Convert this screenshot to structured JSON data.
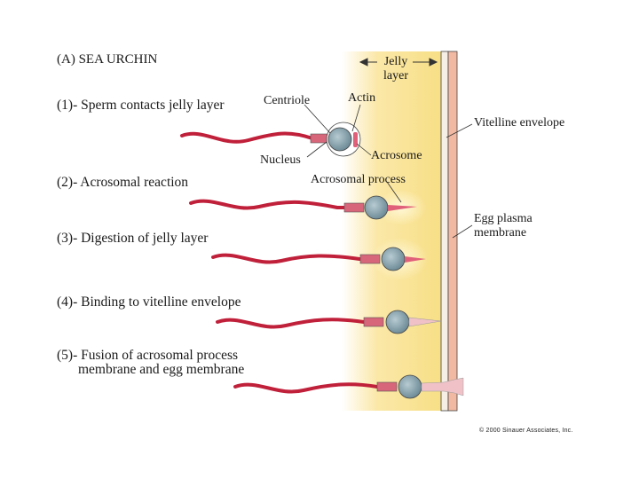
{
  "title": "(A) SEA URCHIN",
  "steps": [
    "(1)- Sperm contacts jelly layer",
    "(2)- Acrosomal reaction",
    "(3)- Digestion of jelly layer",
    "(4)- Binding to vitelline envelope",
    "(5)- Fusion of acrosomal process",
    "membrane and egg membrane"
  ],
  "labels": {
    "centriole": "Centriole",
    "actin": "Actin",
    "nucleus": "Nucleus",
    "acrosome": "Acrosome",
    "acrosomal_process": "Acrosomal process",
    "jelly_layer_line1": "Jelly",
    "jelly_layer_line2": "layer",
    "vitelline_envelope": "Vitelline envelope",
    "egg_plasma_membrane_line1": "Egg plasma",
    "egg_plasma_membrane_line2": "membrane"
  },
  "copyright": "© 2000 Sinauer Associates, Inc.",
  "colors": {
    "jelly_layer": "#f7e08a",
    "egg_membrane": "#f2b9a2",
    "sperm_tail": "#c0203a",
    "sperm_head": "#8fa9b3",
    "acrosome": "#e0607a"
  }
}
